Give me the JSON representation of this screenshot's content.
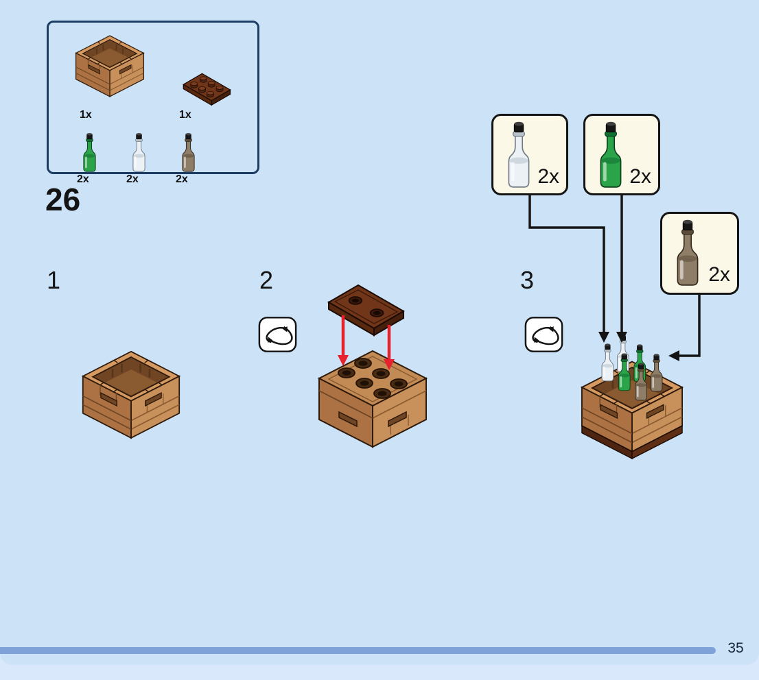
{
  "page": {
    "number": "35"
  },
  "step_group": {
    "label": "26"
  },
  "parts_box": {
    "items": [
      {
        "part": "wooden-crate",
        "qty": "1x"
      },
      {
        "part": "plate-2x3-brown",
        "qty": "1x"
      },
      {
        "part": "bottle-green",
        "qty": "2x"
      },
      {
        "part": "bottle-clear",
        "qty": "2x"
      },
      {
        "part": "bottle-smoke",
        "qty": "2x"
      }
    ]
  },
  "steps": [
    {
      "num": "1"
    },
    {
      "num": "2"
    },
    {
      "num": "3"
    }
  ],
  "callouts": [
    {
      "part": "bottle-clear-with-cork",
      "qty": "2x"
    },
    {
      "part": "bottle-green-with-cork",
      "qty": "2x"
    },
    {
      "part": "bottle-smoke-with-cork",
      "qty": "2x"
    }
  ],
  "colors": {
    "page_background": "#CCE2F7",
    "footer_band": "#D9E9FB",
    "progress_bar": "#7FA3D9",
    "parts_box_border": "#1C3C64",
    "callout_background": "#FCF8E8",
    "crate_brown": "#C8905A",
    "plate_brown": "#713619",
    "bottle_green": "#2BA449",
    "bottle_clear": "#ECF1F5",
    "bottle_smoke": "#8E7D67",
    "arrow_red": "#E8212E"
  }
}
